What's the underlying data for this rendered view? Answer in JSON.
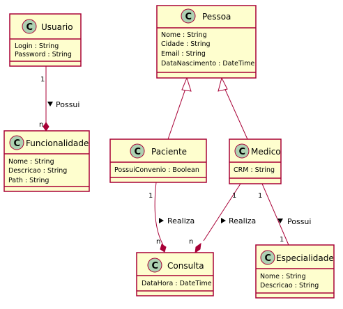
{
  "classes": {
    "usuario": {
      "name": "Usuario",
      "stereotype": "C",
      "attributes": [
        "Login : String",
        "Password : String"
      ]
    },
    "pessoa": {
      "name": "Pessoa",
      "stereotype": "C",
      "attributes": [
        "Nome : String",
        "Cidade : String",
        "Email : String",
        "DataNascimento : DateTime"
      ]
    },
    "funcionalidade": {
      "name": "Funcionalidade",
      "stereotype": "C",
      "attributes": [
        "Nome : String",
        "Descricao : String",
        "Path : String"
      ]
    },
    "paciente": {
      "name": "Paciente",
      "stereotype": "C",
      "attributes": [
        "PossuiConvenio : Boolean"
      ]
    },
    "medico": {
      "name": "Medico",
      "stereotype": "C",
      "attributes": [
        "CRM : String"
      ]
    },
    "consulta": {
      "name": "Consulta",
      "stereotype": "C",
      "attributes": [
        "DataHora : DateTime"
      ]
    },
    "especialidade": {
      "name": "Especialidade",
      "stereotype": "C",
      "attributes": [
        "Nome : String",
        "Descricao : String"
      ]
    }
  },
  "relations": {
    "usuario_funcionalidade": {
      "label": "Possui",
      "from_mult": "1",
      "to_mult": "n"
    },
    "paciente_consulta": {
      "label": "Realiza",
      "from_mult": "1",
      "to_mult": "n"
    },
    "medico_consulta": {
      "label": "Realiza",
      "from_mult": "1",
      "to_mult": "n"
    },
    "medico_especialidade": {
      "label": "Possui",
      "from_mult": "1",
      "to_mult": "1"
    }
  }
}
